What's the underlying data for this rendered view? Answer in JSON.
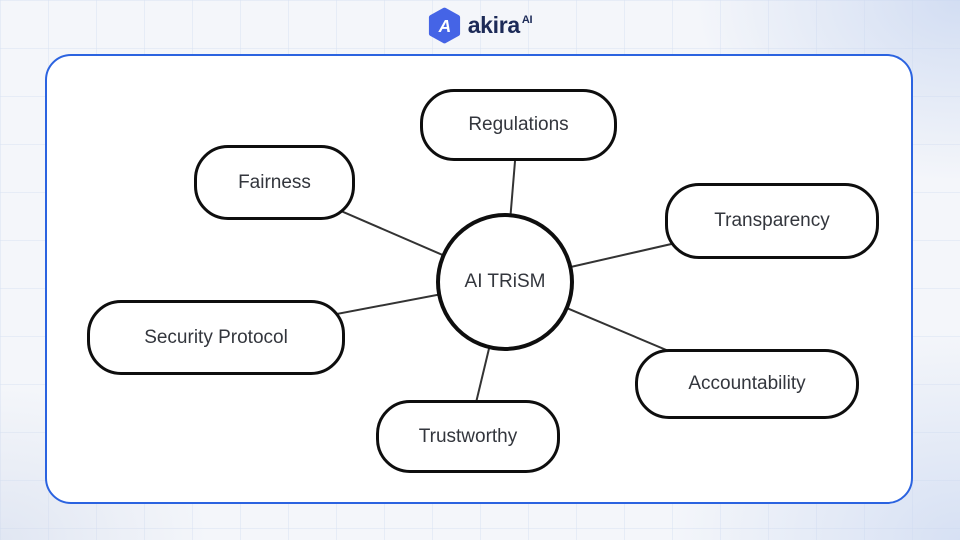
{
  "header": {
    "brand": "akira",
    "brand_sup": "AI"
  },
  "colors": {
    "frame_border": "#2b63e0",
    "brand_text": "#1c2a57",
    "brand_icon": "#4564e6",
    "node_border": "#0e0e0e",
    "connector": "#333333",
    "node_text": "#33363d",
    "page_background": "#f4f6fa"
  },
  "diagram": {
    "center": {
      "label": "AI TRiSM"
    },
    "nodes": [
      {
        "id": "regulations",
        "label": "Regulations"
      },
      {
        "id": "fairness",
        "label": "Fairness"
      },
      {
        "id": "transparency",
        "label": "Transparency"
      },
      {
        "id": "security-protocol",
        "label": "Security Protocol"
      },
      {
        "id": "accountability",
        "label": "Accountability"
      },
      {
        "id": "trustworthy",
        "label": "Trustworthy"
      }
    ]
  }
}
